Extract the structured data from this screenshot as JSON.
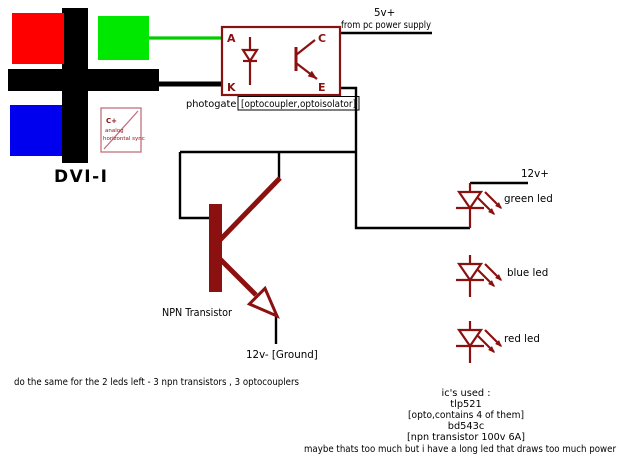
{
  "colors": {
    "ink": "#000000",
    "dark_red": "#8b1111",
    "green_wire": "#00cc00",
    "red_pad": "#ff0000",
    "green_pad": "#00e800",
    "blue_pad": "#0000ee",
    "pink_pad": "#eaa9b4",
    "pink_edge": "#c2707e"
  },
  "connector": {
    "label": "DVI-I",
    "sync_pad": {
      "line1": "C+",
      "line2": "analog",
      "line3": "horizontal sync"
    }
  },
  "optocoupler": {
    "pins": {
      "a": "A",
      "c": "C",
      "k": "K",
      "e": "E"
    },
    "caption_plain": "photogate",
    "caption_boxed": "[optocoupler,optoisolator]"
  },
  "power": {
    "v5_label": "5v+",
    "v5_source": "from pc power supply",
    "v12_plus_label": "12v+",
    "v12_minus_label": "12v- [Ground]"
  },
  "transistor": {
    "label": "NPN Transistor"
  },
  "leds": [
    {
      "label": "green led"
    },
    {
      "label": "blue led"
    },
    {
      "label": "red led"
    }
  ],
  "notes": {
    "bottom_left": "do the same for the 2 leds left - 3 npn transistors , 3 optocouplers",
    "ics_title": "ic's used :",
    "ic1_name": "tlp521",
    "ic1_detail": "[opto,contains 4 of them]",
    "ic2_name": "bd543c",
    "ic2_detail": "[npn transistor 100v 6A]",
    "warning": "maybe thats too much but i have a long led that draws too much power"
  }
}
